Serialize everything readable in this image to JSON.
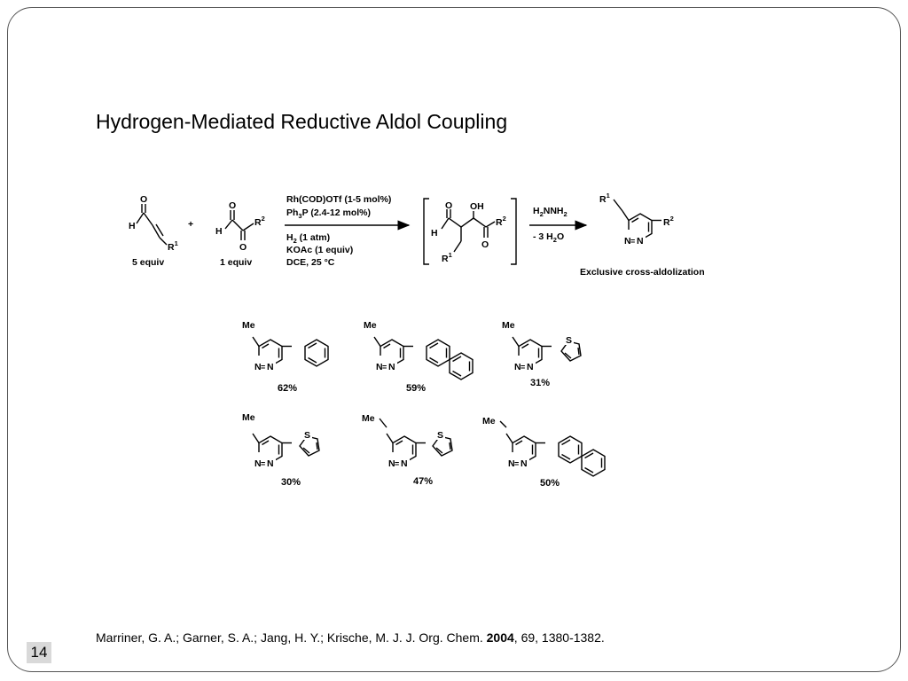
{
  "slide": {
    "title": "Hydrogen-Mediated Reductive Aldol Coupling",
    "page_number": "14",
    "citation": {
      "authors": "Marriner, G. A.; Garner, S. A.; Jang, H. Y.; Krische, M. J. J. Org. Chem.",
      "year": "2004",
      "rest": ", 69, 1380-1382."
    }
  },
  "scheme": {
    "reactant1_equiv": "5 equiv",
    "reactant2_equiv": "1 equiv",
    "plus": "+",
    "conditions": [
      "Rh(COD)OTf (1-5 mol%)",
      "Ph3P (2.4-12 mol%)",
      "H2 (1 atm)",
      "KOAc (1 equiv)",
      "DCE, 25 °C"
    ],
    "reagent_top": "H2NNH2",
    "reagent_bottom": "- 3 H2O",
    "note": "Exclusive cross-aldolization"
  },
  "products": [
    {
      "substituent": "Me",
      "aryl": "phenyl",
      "yield": "62%"
    },
    {
      "substituent": "Me",
      "aryl": "2-naphthyl",
      "yield": "59%"
    },
    {
      "substituent": "Me",
      "aryl": "2-thienyl",
      "yield": "31%"
    },
    {
      "substituent": "Me",
      "aryl": "2-thienyl",
      "yield": "30%"
    },
    {
      "substituent": "Et",
      "aryl": "2-thienyl",
      "yield": "47%"
    },
    {
      "substituent": "Et",
      "aryl": "2-naphthyl",
      "yield": "50%"
    }
  ]
}
